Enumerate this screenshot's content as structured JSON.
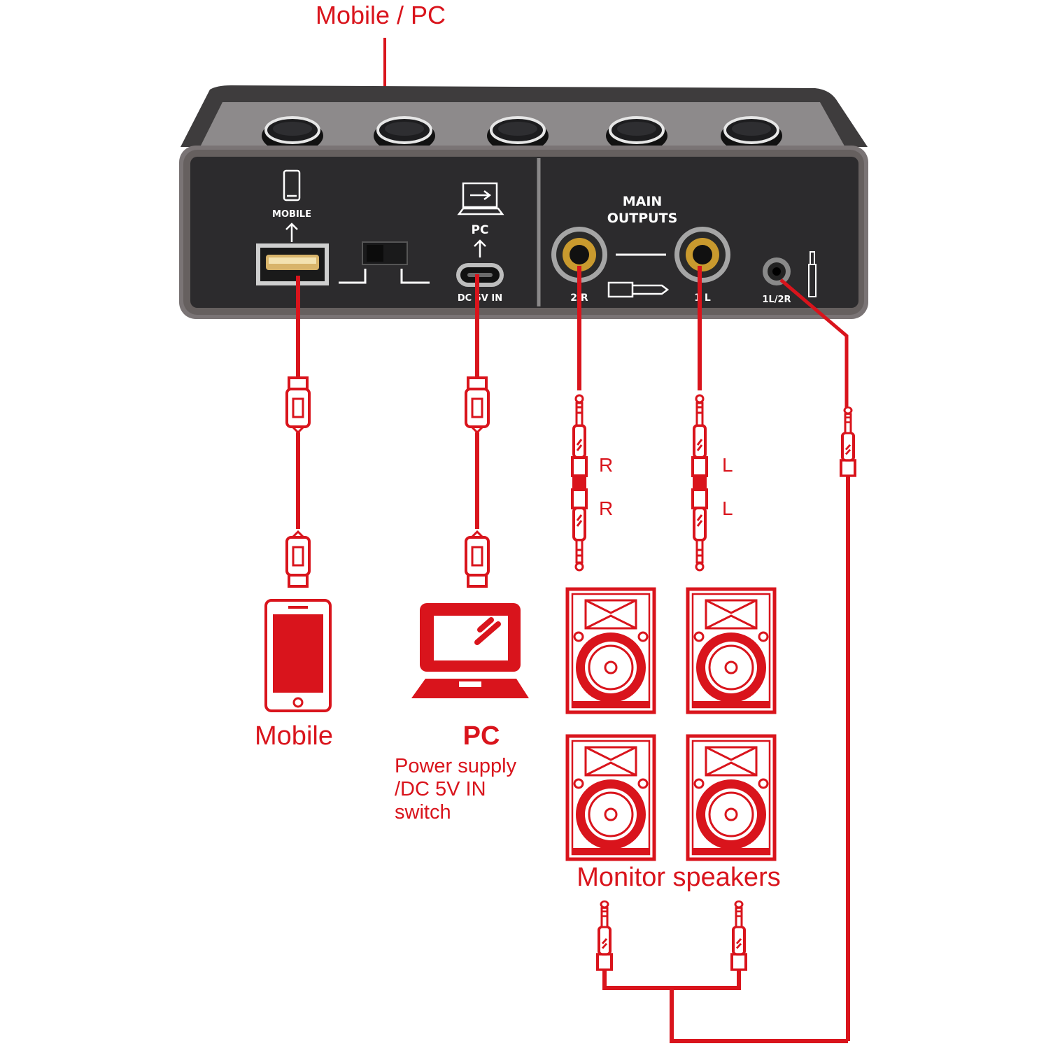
{
  "colors": {
    "accent": "#d9141c",
    "device_body": "#3b393a",
    "device_panel": "#2b2a2c",
    "device_frame": "#777273",
    "panel_text": "#ffffff"
  },
  "callout": {
    "switch_label": "Mobile / PC"
  },
  "device": {
    "ports": {
      "mobile_label": "MOBILE",
      "pc_label": "PC",
      "dc_label": "DC 5V IN",
      "main_outputs_line1": "MAIN",
      "main_outputs_line2": "OUTPUTS",
      "out_right": "2 R",
      "out_left": "1 L",
      "headphone": "1L/2R"
    }
  },
  "cables": {
    "right_plug_top": "R",
    "right_plug_bottom": "R",
    "left_plug_top": "L",
    "left_plug_bottom": "L"
  },
  "labels": {
    "mobile": "Mobile",
    "pc": "PC",
    "pc_note_line1": "Power supply",
    "pc_note_line2": "/DC 5V IN",
    "pc_note_line3": "switch",
    "monitor_speakers": "Monitor speakers"
  },
  "icons": [
    "phone-icon",
    "laptop-icon",
    "usb-icon",
    "speaker-icon",
    "trs-plug-icon",
    "usb-plug-icon"
  ]
}
